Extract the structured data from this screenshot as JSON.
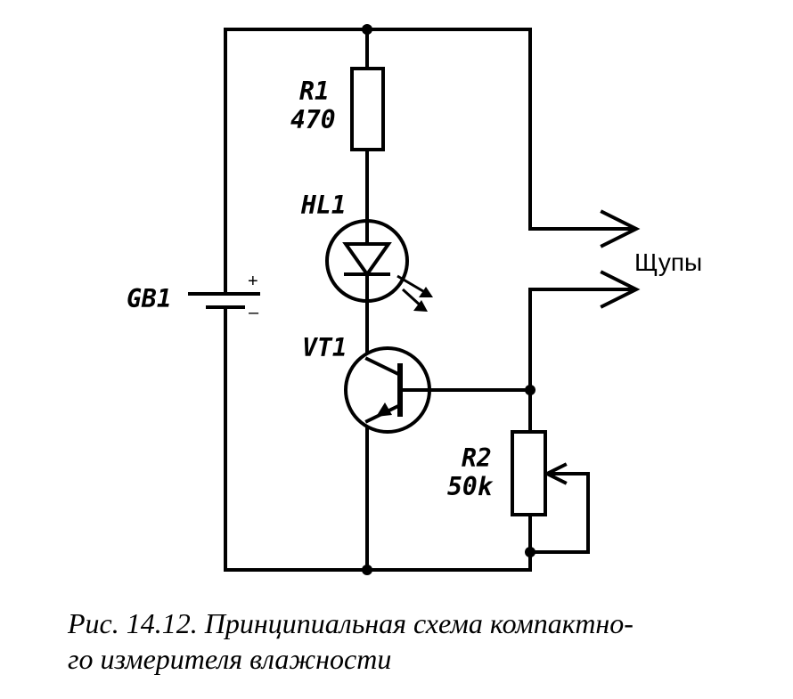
{
  "labels": {
    "r1_name": "R1",
    "r1_value": "470",
    "hl1_name": "HL1",
    "gb1_name": "GB1",
    "vt1_name": "VT1",
    "r2_name": "R2",
    "r2_value": "50k",
    "probes": "Щупы",
    "plus": "+",
    "minus": "–"
  },
  "caption": {
    "line1": "Рис. 14.12. Принципиальная схема компактно-",
    "line2": "го измерителя влажности"
  }
}
